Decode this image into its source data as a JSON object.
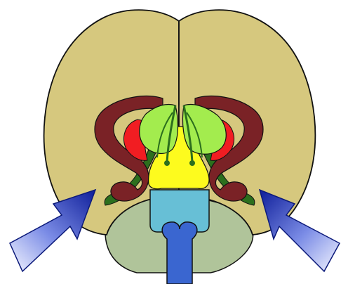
{
  "diagram": {
    "type": "anatomical-illustration",
    "view": "coronal",
    "labels": [],
    "structures": [
      {
        "key": "cerebrum",
        "color": "#d6c87e"
      },
      {
        "key": "cerebellum",
        "color": "#b0c49a"
      },
      {
        "key": "brainstem",
        "color": "#67bfd6"
      },
      {
        "key": "spinal_cord",
        "color": "#3a66d0"
      },
      {
        "key": "diencephalon",
        "color": "#fdfb1e"
      },
      {
        "key": "basal_ganglia",
        "color": "#a3ec4e"
      },
      {
        "key": "outer_arc_structure",
        "color": "#7a2226"
      },
      {
        "key": "inner_red_structure",
        "color": "#f11d22"
      },
      {
        "key": "green_tract",
        "color": "#2c6f1d"
      }
    ],
    "arrows": [
      {
        "key": "left",
        "direction": "up-right",
        "color": "#1d2fb0"
      },
      {
        "key": "right",
        "direction": "up-left",
        "color": "#1d2fb0"
      }
    ]
  }
}
